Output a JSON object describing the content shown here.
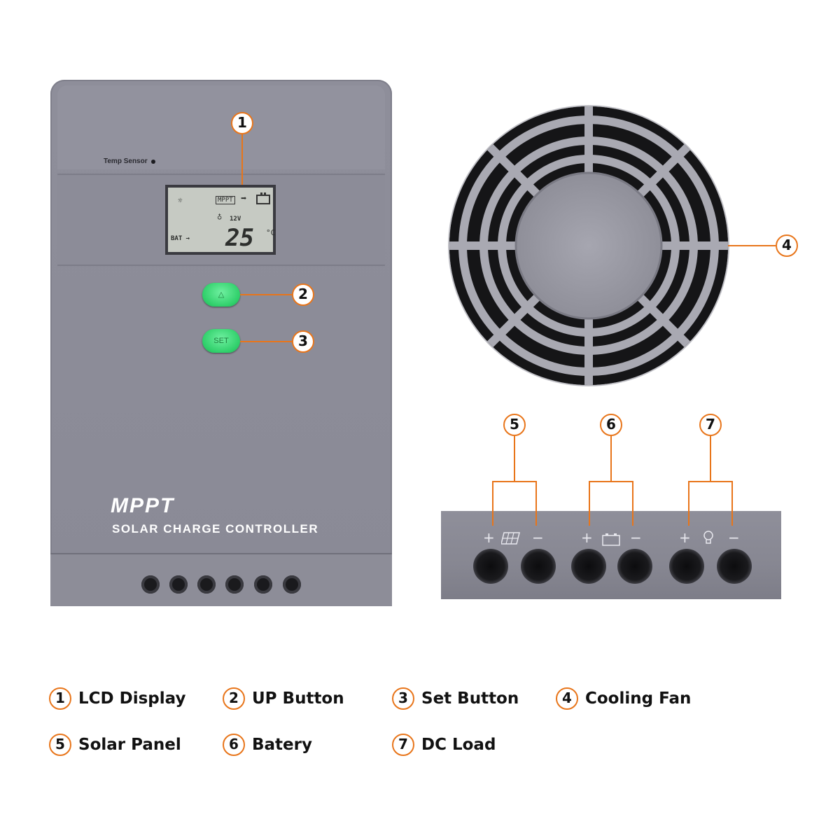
{
  "device": {
    "temp_sensor_label": "Temp Sensor",
    "brand_title": "MPPT",
    "brand_subtitle": "SOLAR CHARGE CONTROLLER",
    "up_button_label": "△",
    "set_button_label": "SET"
  },
  "lcd": {
    "mppt": "MPPT",
    "voltage": "12V",
    "bat": "BAT",
    "temperature": "25",
    "unit": "°C"
  },
  "callouts": [
    "1",
    "2",
    "3",
    "4",
    "5",
    "6",
    "7"
  ],
  "terminal_signs": [
    "+",
    "−",
    "+",
    "−",
    "+",
    "−"
  ],
  "legend": [
    {
      "num": "1",
      "label": "LCD Display"
    },
    {
      "num": "2",
      "label": "UP Button"
    },
    {
      "num": "3",
      "label": "Set Button"
    },
    {
      "num": "4",
      "label": "Cooling Fan"
    },
    {
      "num": "5",
      "label": "Solar Panel"
    },
    {
      "num": "6",
      "label": "Batery"
    },
    {
      "num": "7",
      "label": "DC Load"
    }
  ],
  "colors": {
    "accent": "#e8751a",
    "button_green": "#2fcf6a",
    "body_gray": "#8e8e9a"
  }
}
